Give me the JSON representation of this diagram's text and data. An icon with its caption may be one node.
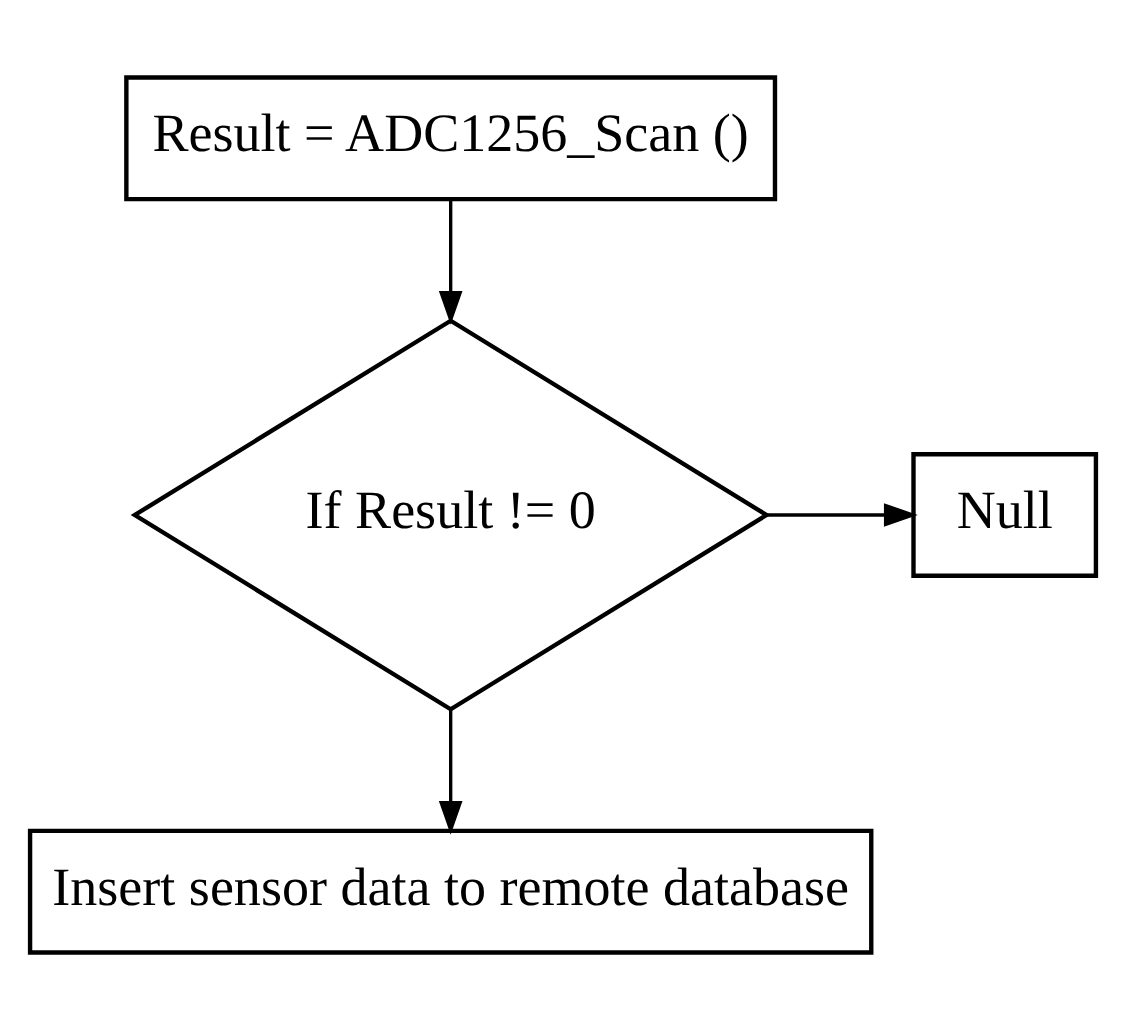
{
  "diagram": {
    "nodes": [
      {
        "text": [
          "Result = ADC1256_Scan ()"
        ]
      },
      {
        "text": [
          "If Result != 0"
        ]
      },
      {
        "text": [
          "Null"
        ]
      },
      {
        "text": [
          "Insert sensor data to remote database"
        ]
      }
    ],
    "edges": [
      {
        "from": 0,
        "to": 1,
        "arrow": "to"
      },
      {
        "from": 1,
        "to": 2,
        "arrow": "to"
      },
      {
        "from": 1,
        "to": 3,
        "arrow": "to"
      }
    ]
  }
}
